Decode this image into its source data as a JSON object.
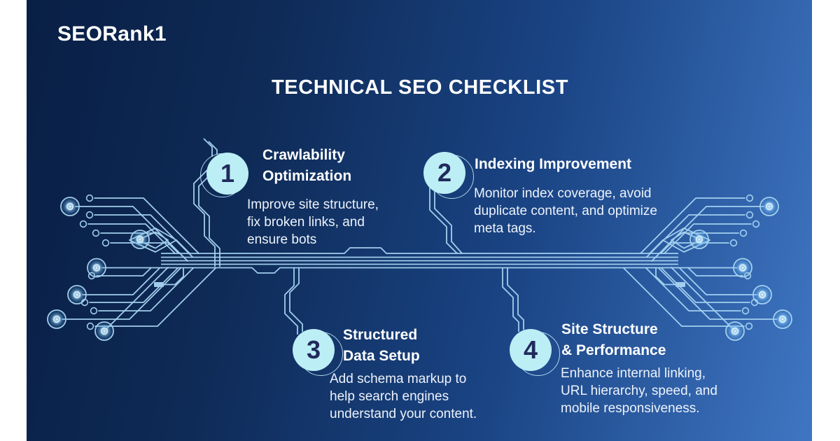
{
  "brand": {
    "name": "SEORank1"
  },
  "header": {
    "title": "TECHNICAL SEO CHECKLIST"
  },
  "items": [
    {
      "number": "1",
      "title": "Crawlability\nOptimization",
      "description": "Improve site structure,\nfix broken links, and\nensure bots"
    },
    {
      "number": "2",
      "title": "Indexing Improvement",
      "description": "Monitor index coverage, avoid\nduplicate content, and optimize\nmeta tags."
    },
    {
      "number": "3",
      "title": "Structured\nData Setup",
      "description": "Add schema markup to\nhelp search engines\nunderstand your content."
    },
    {
      "number": "4",
      "title": "Site Structure\n& Performance",
      "description": "Enhance internal linking,\nURL hierarchy, speed, and\nmobile responsiveness."
    }
  ],
  "colors": {
    "background_dark": "#0a2148",
    "background_light": "#3f76c3",
    "circuit_line": "#a9d6f3",
    "badge_fill": "#bceef6",
    "badge_text": "#212a5c",
    "title_text": "#ffffff",
    "body_text": "#edf3fb",
    "side_band": "#ffffff"
  }
}
